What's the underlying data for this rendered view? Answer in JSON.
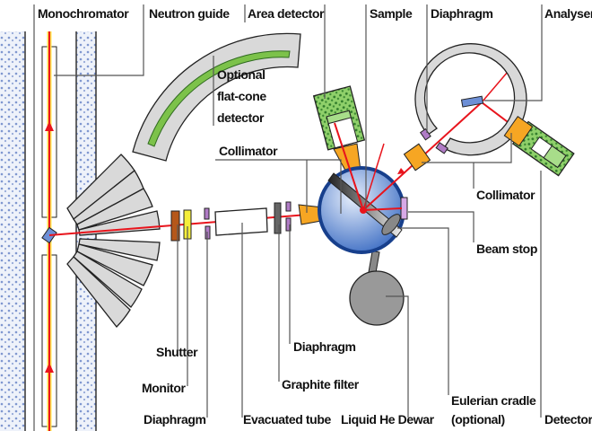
{
  "labels": {
    "monochromator": "Monochromator",
    "neutron_guide": "Neutron guide",
    "area_detector": "Area detector",
    "sample": "Sample",
    "diaphragm_top": "Diaphragm",
    "analyser": "Analyser",
    "flat_cone": [
      "Optional",
      "flat-cone",
      "detector"
    ],
    "collimator_left": "Collimator",
    "collimator_right": "Collimator",
    "beam_stop": "Beam stop",
    "shutter": "Shutter",
    "monitor": "Monitor",
    "diaphragm_bottom": "Diaphragm",
    "evacuated_tube": "Evacuated tube",
    "diaphragm_mid": "Diaphragm",
    "graphite_filter": "Graphite filter",
    "liquid_he_dewar": "Liquid He Dewar",
    "eulerian_cradle": [
      "Eulerian cradle",
      "(optional)"
    ],
    "detector": "Detector"
  },
  "colors": {
    "beam": "#e8141c",
    "shield": "#d9d9d9",
    "detector_green": "#7cc24a",
    "collimator_orange": "#f6a623",
    "sample_blue": "#3f6fc4",
    "diaphragm_purple": "#b07cc6"
  }
}
